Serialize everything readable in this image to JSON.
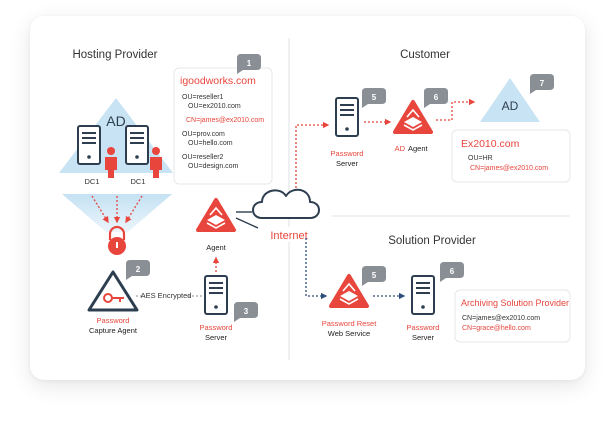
{
  "hosting": {
    "title": "Hosting Provider",
    "ad_label": "AD",
    "dc_labels": [
      "DC1",
      "DC1"
    ],
    "info_title": "igoodworks.com",
    "info_lines": [
      "OU=reseller1",
      "OU=ex2010.com",
      "CN=james@ex2010.com",
      "OU=prov.com",
      "OU=hello.com",
      "OU=reseller2",
      "OU=design.com"
    ],
    "capture_red": "Password",
    "capture_black": "Capture Agent",
    "aes": "AES Encrypted",
    "server_red": "Password",
    "server_black": "Server",
    "agent_label": "Agent"
  },
  "internet": {
    "label": "Internet"
  },
  "customer": {
    "title": "Customer",
    "server_red": "Password",
    "server_black": "Server",
    "ad_agent_red": "AD",
    "ad_agent_black": "Agent",
    "ad_label": "AD",
    "info_title": "Ex2010.com",
    "info_line1": "OU=HR",
    "info_line2": "CN=james@ex2010.com"
  },
  "solution": {
    "title": "Solution Provider",
    "reset_red": "Password Reset",
    "reset_black": "Web Service",
    "server_red": "Password",
    "server_black": "Server",
    "info_title": "Archiving Solution Provider",
    "info_line1": "CN=james@ex2010.com",
    "info_line2": "CN=grace@hello.com"
  },
  "badges": [
    "1",
    "2",
    "3",
    "5",
    "6",
    "7",
    "5",
    "6"
  ],
  "colors": {
    "accent": "#e8453c",
    "dark": "#2d3e50",
    "badge": "#8a8f96",
    "light_blue": "#c8e3f3"
  }
}
